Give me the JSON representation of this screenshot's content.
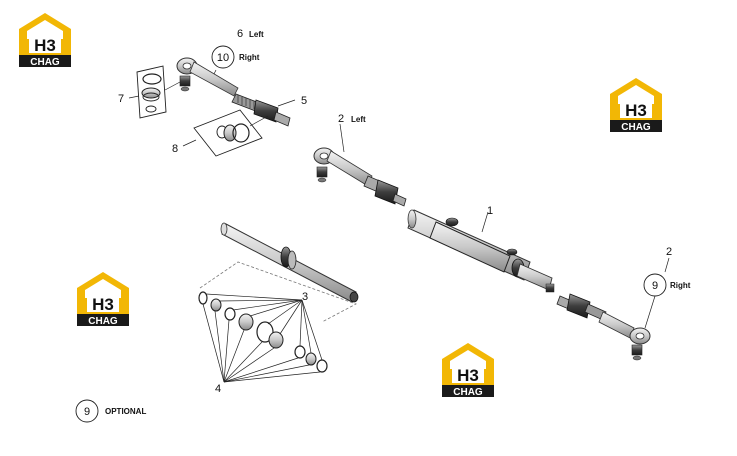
{
  "brand": {
    "logo_letters": "H3",
    "logo_word": "CHAG",
    "yellow": "#f2b705",
    "dark": "#1a1a1a"
  },
  "callouts": {
    "c1": "1",
    "c2a": "2",
    "c2a_side": "Left",
    "c2b": "2",
    "c3": "3",
    "c4": "4",
    "c5": "5",
    "c6": "6",
    "c6_side": "Left",
    "c7": "7",
    "c8": "8",
    "c9": "9",
    "c9_side": "Right",
    "c10": "10",
    "c10_side": "Right"
  },
  "legend": {
    "number": "9",
    "text": "OPTIONAL"
  }
}
